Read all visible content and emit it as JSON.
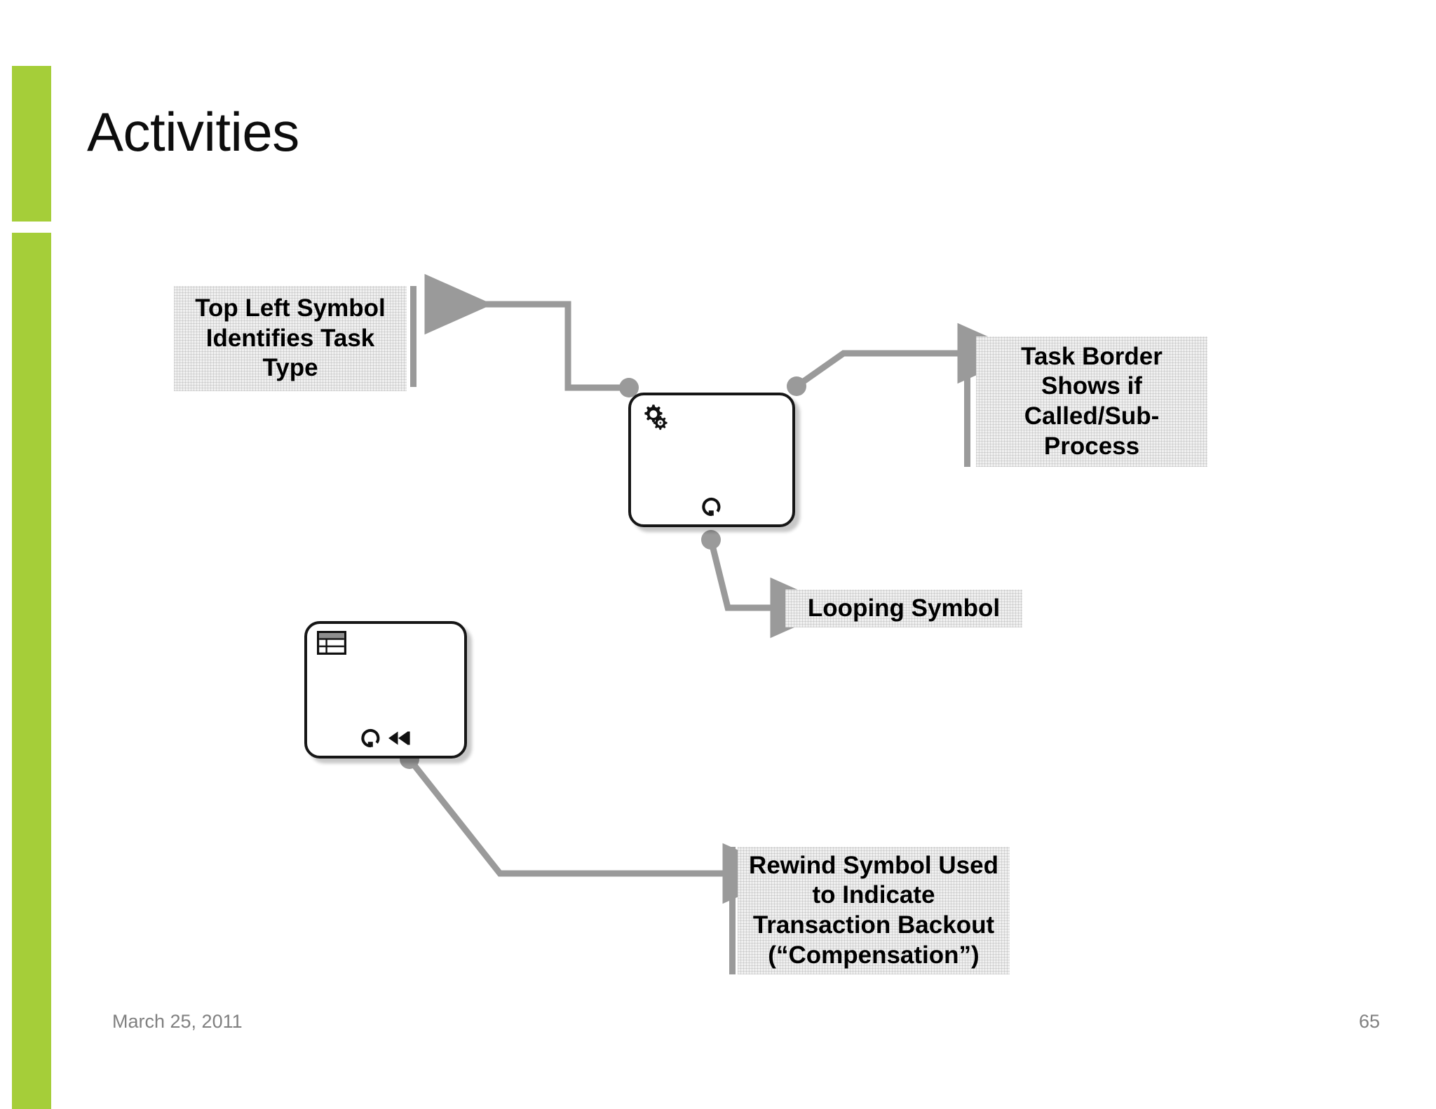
{
  "slide": {
    "title": "Activities",
    "accent_color": "#a5ce39",
    "background_color": "#ffffff",
    "connector_color": "#9a9a9a",
    "callout_background": "#f0f0f0",
    "shape_border_color": "#161616",
    "footer": {
      "date": "March 25, 2011",
      "page_number": "65"
    }
  },
  "callouts": [
    {
      "id": "top-left-symbol",
      "text": "Top Left Symbol Identifies Task Type",
      "points_to": "service-task-top-left-marker"
    },
    {
      "id": "task-border",
      "text": "Task Border Shows if Called/Sub-Process",
      "points_to": "service-task-border"
    },
    {
      "id": "looping-symbol",
      "text": "Looping Symbol",
      "points_to": "service-task-loop-marker"
    },
    {
      "id": "rewind-symbol",
      "text": "Rewind Symbol Used to Indicate Transaction Backout (“Compensation”)",
      "points_to": "business-rule-task-compensation-marker"
    }
  ],
  "shapes": [
    {
      "id": "service-task",
      "type": "bpmn-task",
      "label": "",
      "top_left_marker": "gears-icon",
      "bottom_markers": [
        "loop-marker-icon"
      ]
    },
    {
      "id": "business-rule-task",
      "type": "bpmn-task",
      "label": "",
      "top_left_marker": "table-icon",
      "bottom_markers": [
        "loop-marker-icon",
        "rewind-marker-icon"
      ]
    }
  ]
}
